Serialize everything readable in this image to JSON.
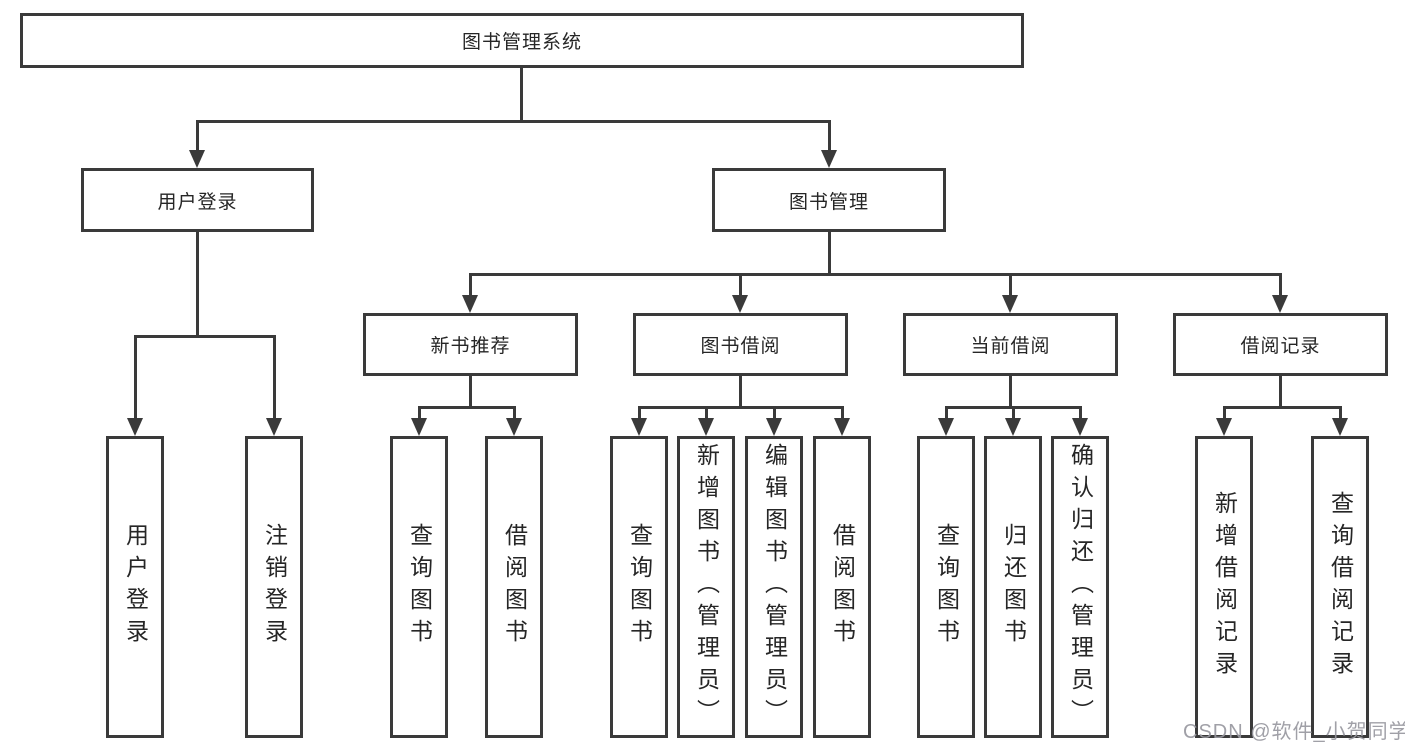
{
  "diagram": {
    "type": "hierarchy-tree",
    "colors": {
      "line": "#3a3a3a",
      "text": "#262626",
      "background": "#ffffff",
      "watermark": "#9898a0"
    },
    "nodes": {
      "root": {
        "label": "图书管理系统"
      },
      "user_login": {
        "label": "用户登录"
      },
      "book_management": {
        "label": "图书管理"
      },
      "new_book_recommendation": {
        "label": "新书推荐"
      },
      "book_borrowing": {
        "label": "图书借阅"
      },
      "current_borrowing": {
        "label": "当前借阅"
      },
      "borrowing_records": {
        "label": "借阅记录"
      },
      "leaf_user_login": {
        "label": "用户登录"
      },
      "leaf_logout": {
        "label": "注销登录"
      },
      "leaf_rec_query_books": {
        "label": "查询图书"
      },
      "leaf_rec_borrow_books": {
        "label": "借阅图书"
      },
      "leaf_bb_query_books": {
        "label": "查询图书"
      },
      "leaf_bb_add_books_admin": {
        "label": "新增图书（管理员）"
      },
      "leaf_bb_edit_books_admin": {
        "label": "编辑图书（管理员）"
      },
      "leaf_bb_borrow_books": {
        "label": "借阅图书"
      },
      "leaf_cb_query_books": {
        "label": "查询图书"
      },
      "leaf_cb_return_books": {
        "label": "归还图书"
      },
      "leaf_cb_confirm_return_admin": {
        "label": "确认归还（管理员）"
      },
      "leaf_br_add_record": {
        "label": "新增借阅记录"
      },
      "leaf_br_query_record": {
        "label": "查询借阅记录"
      }
    },
    "watermark": "CSDN @软件_小贺同学"
  }
}
